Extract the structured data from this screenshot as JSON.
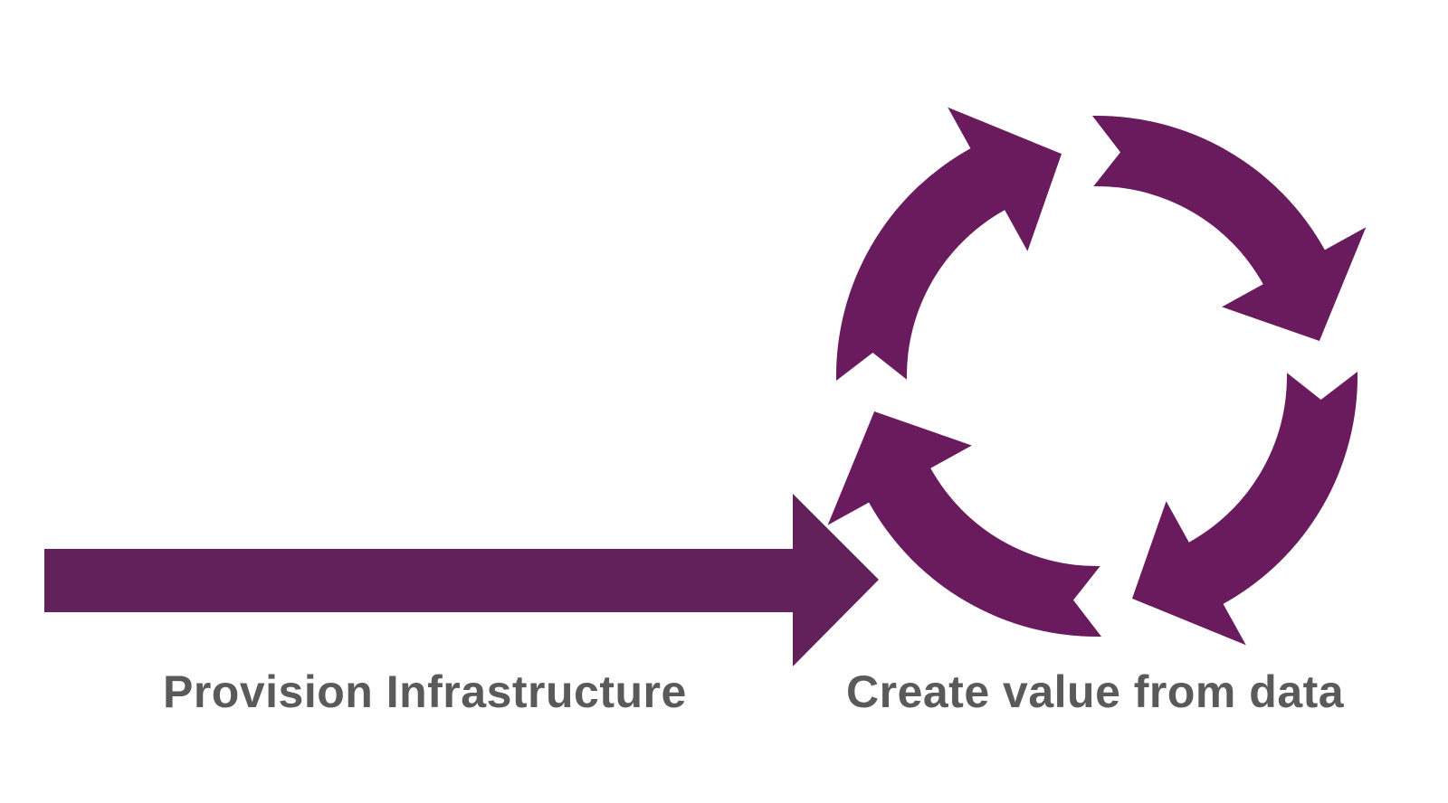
{
  "colors": {
    "linear_arrow": "#62215a",
    "cycle_arrows": "#6a1b5e",
    "caption_text": "#5a5a5a",
    "background": "#ffffff"
  },
  "linear_arrow": {
    "icon": "right-arrow-icon",
    "label": "Provision Infrastructure"
  },
  "cycle": {
    "icon": "circular-cycle-arrows-icon",
    "arrow_count": 4,
    "direction": "clockwise",
    "label": "Create value from data"
  }
}
